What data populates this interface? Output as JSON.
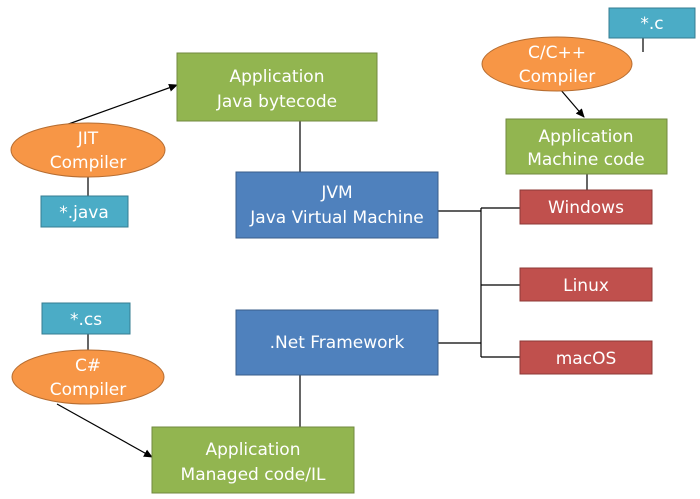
{
  "colors": {
    "green": "#92B550",
    "blue": "#4F81BD",
    "red": "#C0504D",
    "orange": "#F79646",
    "cyan": "#4BACC6",
    "line": "#000000"
  },
  "nodes": {
    "app_java": {
      "line1": "Application",
      "line2": "Java bytecode"
    },
    "jit": {
      "line1": "JIT",
      "line2": "Compiler"
    },
    "java_src": {
      "label": "*.java"
    },
    "jvm": {
      "line1": "JVM",
      "line2": "Java Virtual Machine"
    },
    "c_src": {
      "label": "*.c"
    },
    "c_compiler": {
      "line1": "C/C++",
      "line2": "Compiler"
    },
    "app_machine": {
      "line1": "Application",
      "line2": "Machine code"
    },
    "windows": {
      "label": "Windows"
    },
    "linux": {
      "label": "Linux"
    },
    "macos": {
      "label": "macOS"
    },
    "cs_src": {
      "label": "*.cs"
    },
    "cs_compiler": {
      "line1": "C#",
      "line2": "Compiler"
    },
    "dotnet": {
      "label": ".Net Framework"
    },
    "app_managed": {
      "line1": "Application",
      "line2": "Managed code/IL"
    }
  }
}
